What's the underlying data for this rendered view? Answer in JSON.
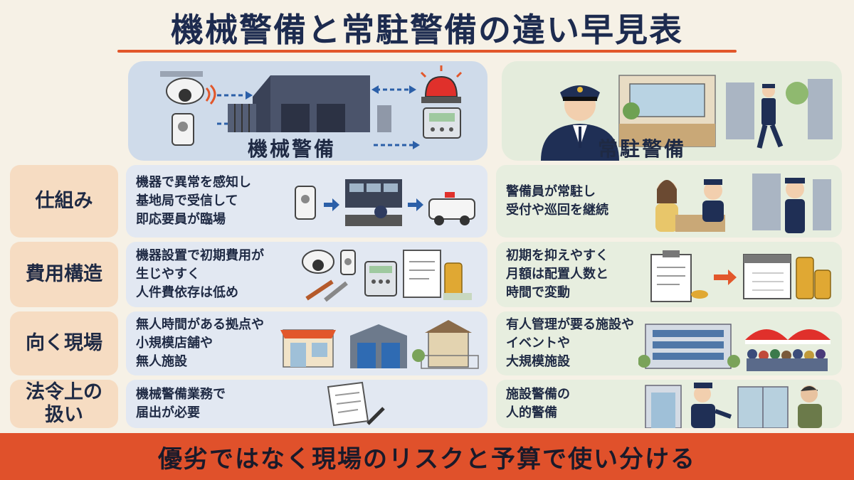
{
  "title": "機械警備と常駐警備の違い早見表",
  "columns": {
    "mechanical": "機械警備",
    "resident": "常駐警備"
  },
  "rows": [
    {
      "label": "仕組み",
      "mechanical": "機器で異常を感知し\n基地局で受信して\n即応要員が臨場",
      "resident": "警備員が常駐し\n受付や巡回を継続"
    },
    {
      "label": "費用構造",
      "mechanical": "機器設置で初期費用が\n生じやすく\n人件費依存は低め",
      "resident": "初期を抑えやすく\n月額は配置人数と\n時間で変動"
    },
    {
      "label": "向く現場",
      "mechanical": "無人時間がある拠点や\n小規模店舗や\n無人施設",
      "resident": "有人管理が要る施設や\nイベントや\n大規模施設"
    },
    {
      "label": "法令上の\n扱い",
      "mechanical": "機械警備業務で\n届出が必要",
      "resident": "施設警備の\n人的警備"
    }
  ],
  "footer": "優劣ではなく現場のリスクと予算で使い分ける",
  "colors": {
    "accent": "#e0512b",
    "navy": "#1d2b4f",
    "label_bg": "#f6dcc2",
    "mech_bg": "#e2e8f2",
    "staff_bg": "#e7eedf"
  }
}
